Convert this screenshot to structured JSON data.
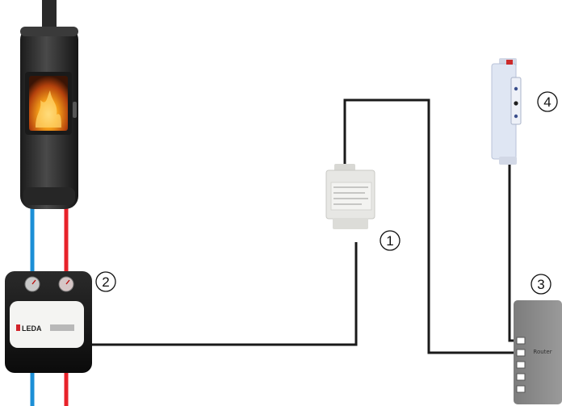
{
  "markers": {
    "m1": "1",
    "m2": "2",
    "m3": "3",
    "m4": "4"
  },
  "devices": {
    "control_unit_brand": "LEDA",
    "router_label": "Router"
  },
  "colors": {
    "cable": "#1a1a1a",
    "water_supply": "#e8222a",
    "water_return": "#1c8fd6",
    "stove_body": "#2c2c2c",
    "router_body": "#8a8a8a",
    "module_body": "#e7e7e4",
    "din_module_body": "#dfe6f3"
  },
  "icons": {
    "stove": "wood-stove-icon",
    "control_unit": "leda-control-unit-icon",
    "power_supply": "din-power-supply-icon",
    "router": "network-router-icon",
    "knx_module": "din-rail-module-icon"
  }
}
